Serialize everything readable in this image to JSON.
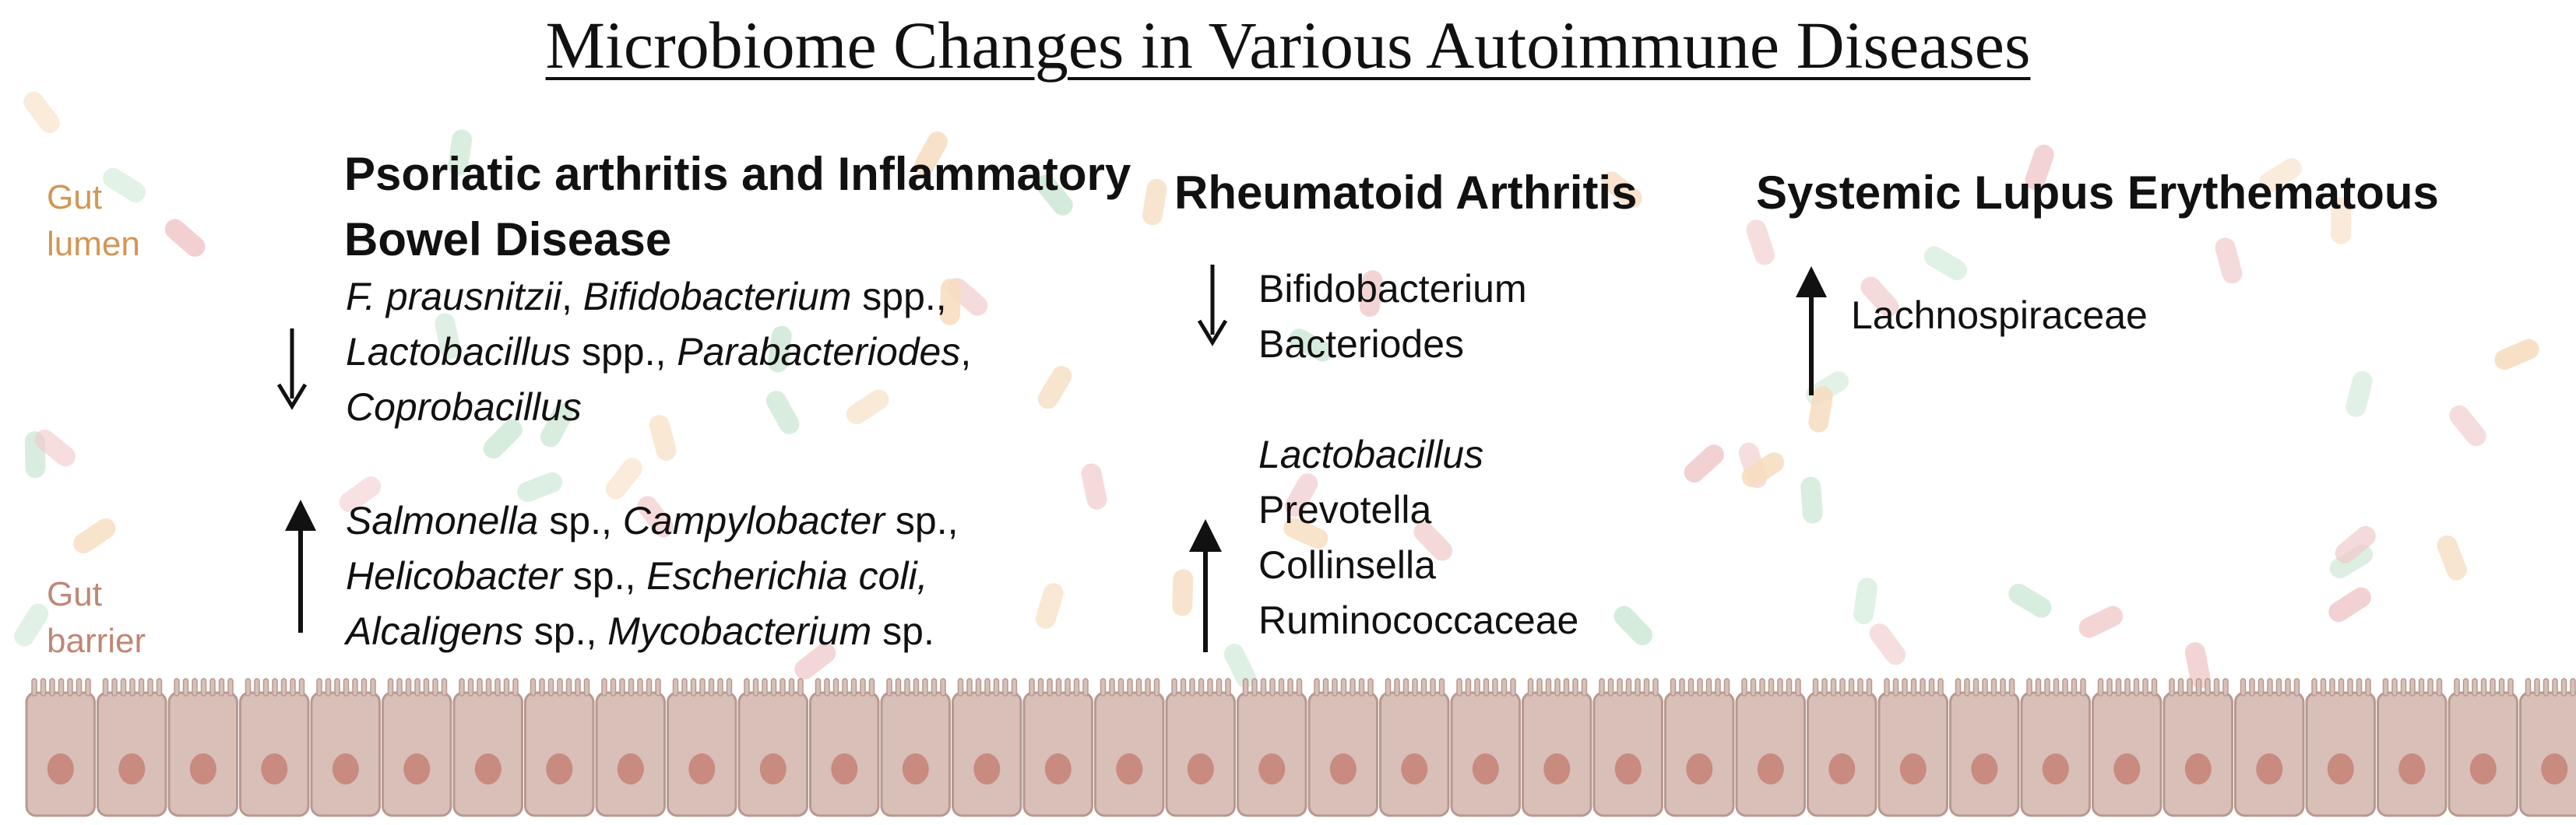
{
  "title": "Microbiome Changes in Various Autoimmune Diseases",
  "labels": {
    "lumen": "Gut lumen",
    "barrier": "Gut barrier"
  },
  "diseases": [
    {
      "name": "Psoriatic arthritis and Inflammatory Bowel Disease",
      "decreased": [
        [
          {
            "t": "F. prausnitzii",
            "i": true
          },
          {
            "t": ", ",
            "i": false
          },
          {
            "t": "Bifidobacterium",
            "i": true
          },
          {
            "t": " spp.,",
            "i": false
          }
        ],
        [
          {
            "t": "Lactobacillus",
            "i": true
          },
          {
            "t": " spp., ",
            "i": false
          },
          {
            "t": "Parabacteriodes",
            "i": true
          },
          {
            "t": ",",
            "i": false
          }
        ],
        [
          {
            "t": "Coprobacillus",
            "i": true
          }
        ]
      ],
      "increased": [
        [
          {
            "t": "Salmonella",
            "i": true
          },
          {
            "t": " sp., ",
            "i": false
          },
          {
            "t": "Campylobacter",
            "i": true
          },
          {
            "t": " sp.,",
            "i": false
          }
        ],
        [
          {
            "t": "Helicobacter",
            "i": true
          },
          {
            "t": " sp., ",
            "i": false
          },
          {
            "t": "Escherichia coli,",
            "i": true
          }
        ],
        [
          {
            "t": "Alcaligens",
            "i": true
          },
          {
            "t": " sp., ",
            "i": false
          },
          {
            "t": "Mycobacterium",
            "i": true
          },
          {
            "t": " sp.",
            "i": false
          }
        ]
      ]
    },
    {
      "name": "Rheumatoid Arthritis",
      "decreased": [
        [
          {
            "t": "Bifidobacterium",
            "i": false
          }
        ],
        [
          {
            "t": "Bacteriodes",
            "i": false
          }
        ]
      ],
      "increased": [
        [
          {
            "t": "Lactobacillus",
            "i": true
          }
        ],
        [
          {
            "t": "Prevotella",
            "i": false
          }
        ],
        [
          {
            "t": "Collinsella",
            "i": false
          }
        ],
        [
          {
            "t": "Ruminococcaceae",
            "i": false
          }
        ]
      ]
    },
    {
      "name": "Systemic Lupus Erythematous",
      "decreased": [],
      "increased": [
        [
          {
            "t": "Lachnospiraceae",
            "i": false
          }
        ]
      ]
    }
  ],
  "colors": {
    "lumen_label": "#d29655",
    "barrier_label": "#c08775",
    "cell_fill": "#d8bfb7",
    "cell_edge": "#b79990",
    "nucleus": "#c98a80",
    "bacteria_green": "#cfe9d7",
    "bacteria_orange": "#f6dcbf",
    "bacteria_red": "#f0cacb",
    "arrow": "#111111"
  },
  "icons": {
    "down": "arrow-down-icon",
    "up": "arrow-up-icon",
    "bacterium": "bacterium-icon",
    "cell": "epithelial-cell-icon"
  }
}
